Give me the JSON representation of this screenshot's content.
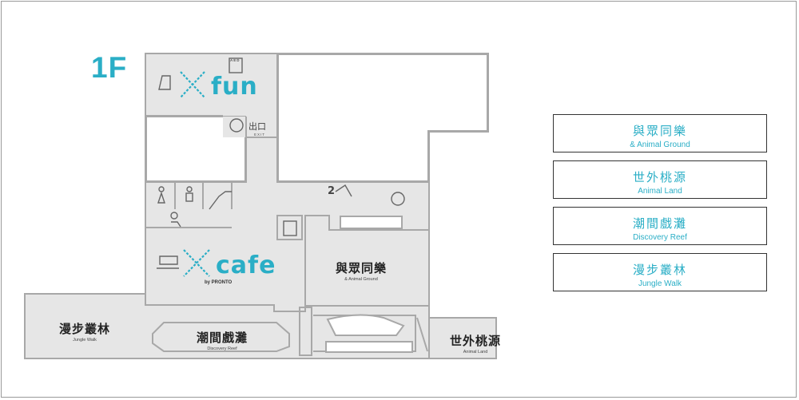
{
  "floor": {
    "label": "1F"
  },
  "zones": [
    {
      "zh": "與眾同樂",
      "en": "& Animal Ground"
    },
    {
      "zh": "漫步叢林",
      "en": "Jungle Walk"
    },
    {
      "zh": "潮間戲灘",
      "en": "Discovery Reef"
    },
    {
      "zh": "世外桃源",
      "en": "Animal Land"
    }
  ],
  "facilities": {
    "xfun": "fun",
    "xcafe": "cafe",
    "pronto": "by PRONTO",
    "aed": "AED",
    "exit_zh": "出口",
    "exit_en": "EXIT",
    "floor_sign": "2"
  },
  "legend": [
    {
      "zh": "與眾同樂",
      "en": "& Animal Ground"
    },
    {
      "zh": "世外桃源",
      "en": "Animal Land"
    },
    {
      "zh": "潮間戲灘",
      "en": "Discovery Reef"
    },
    {
      "zh": "漫步叢林",
      "en": "Jungle Walk"
    }
  ],
  "colors": {
    "accent": "#2aaec6",
    "floor": "#e6e6e6",
    "wall": "#a8a8a8"
  }
}
